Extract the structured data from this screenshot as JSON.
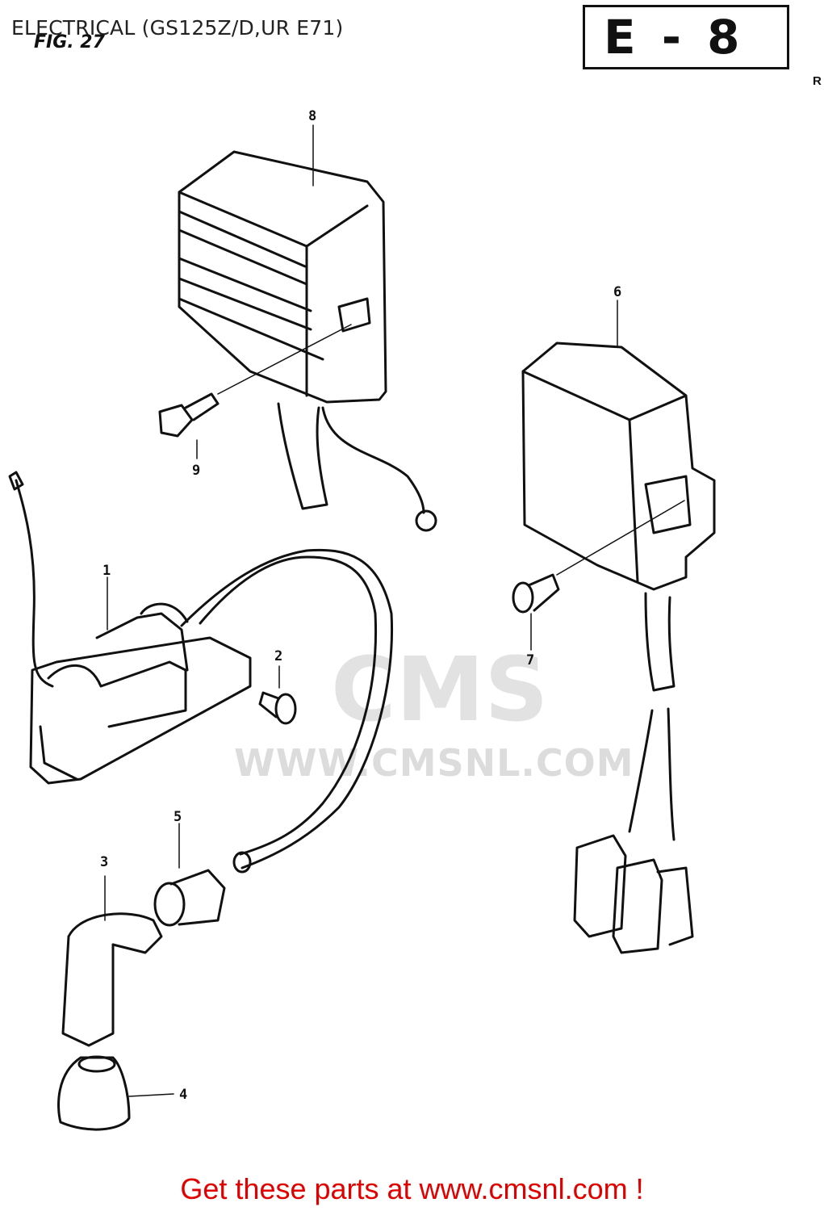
{
  "header": {
    "title": "ELECTRICAL (GS125Z/D,UR E71)",
    "fig_label": "FIG. 27",
    "page_code": "E - 8",
    "corner_mark": "R"
  },
  "callouts": [
    {
      "id": "1",
      "part": "ignition-coil"
    },
    {
      "id": "2",
      "part": "coil-bolt"
    },
    {
      "id": "3",
      "part": "spark-plug-cap"
    },
    {
      "id": "4",
      "part": "plug-cap-cover"
    },
    {
      "id": "5",
      "part": "cord-seal"
    },
    {
      "id": "6",
      "part": "cdi-unit"
    },
    {
      "id": "7",
      "part": "cdi-screw"
    },
    {
      "id": "8",
      "part": "regulator-rectifier"
    },
    {
      "id": "9",
      "part": "regulator-bolt"
    }
  ],
  "watermark": {
    "logo": "CMS",
    "site": "WWW.CMSNL.COM"
  },
  "footer": {
    "link_text": "Get these parts at www.cmsnl.com !"
  }
}
